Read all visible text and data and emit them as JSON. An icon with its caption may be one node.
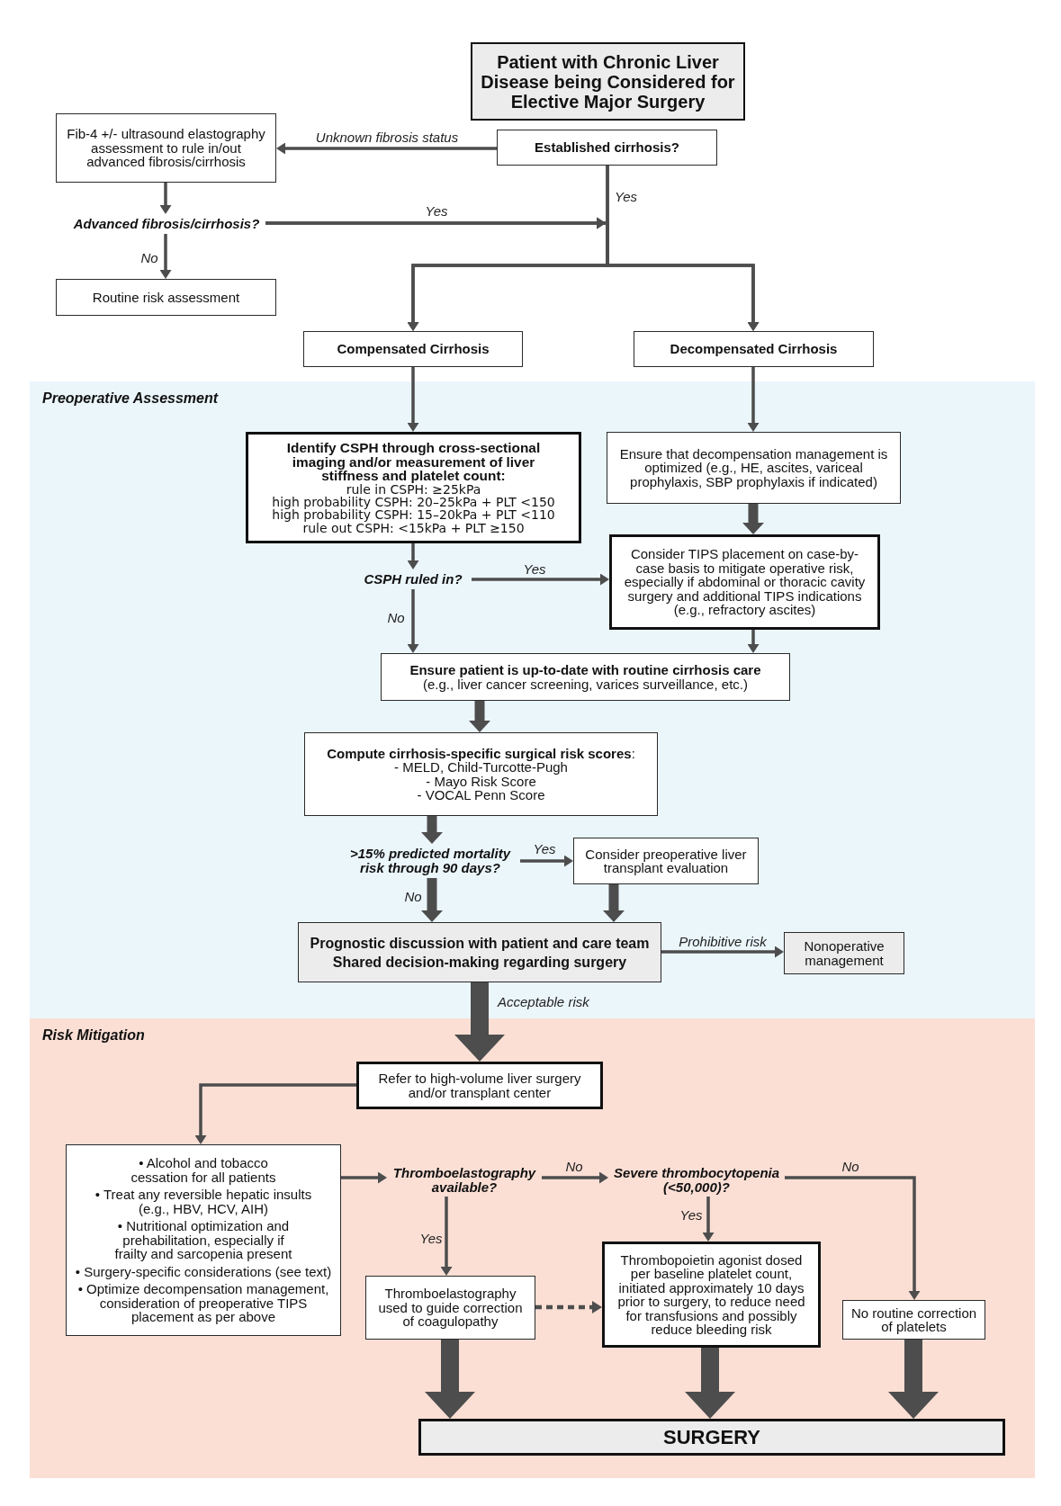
{
  "diagram": {
    "nodes": [
      {
        "text": [
          "Patient with Chronic Liver Disease being Considered for Elective Major Surgery"
        ]
      },
      {
        "text": [
          "Established cirrhosis?"
        ]
      },
      {
        "text": [
          "Fib-4 +/- ultrasound elastography assessment to rule in/out advanced fibrosis/cirrhosis"
        ]
      },
      {
        "text": [
          "Advanced fibrosis/cirrhosis?"
        ]
      },
      {
        "text": [
          "Routine risk assessment"
        ]
      },
      {
        "text": [
          "Compensated Cirrhosis"
        ]
      },
      {
        "text": [
          "Decompensated Cirrhosis"
        ]
      },
      {
        "text": [
          "Preoperative Assessment"
        ]
      },
      {
        "text": [
          "Identify CSPH through cross-sectional imaging and/or measurement of liver stiffness and platelet count:",
          "rule in CSPH: ≥25kPa",
          "high probability CSPH: 20–25kPa + PLT <150",
          "high probability CSPH: 15–20kPa + PLT <110",
          "rule out CSPH: <15kPa + PLT ≥150"
        ],
        "in": 7
      },
      {
        "text": [
          "Ensure that decompensation management is optimized (e.g., HE, ascites, variceal prophylaxis, SBP prophylaxis if indicated)"
        ],
        "in": 7
      },
      {
        "text": [
          "CSPH ruled in?"
        ],
        "in": 7
      },
      {
        "text": [
          "Consider TIPS placement on case-by-case basis to mitigate operative risk, especially if abdominal or thoracic cavity surgery and additional TIPS indications (e.g., refractory ascites)"
        ],
        "in": 7
      },
      {
        "text": [
          "Ensure patient is up-to-date with routine cirrhosis care",
          "(e.g., liver cancer screening, varices surveillance, etc.)"
        ],
        "in": 7
      },
      {
        "text": [
          "**Compute cirrhosis-specific surgical risk scores**:",
          "- MELD, Child-Turcotte-Pugh",
          "- Mayo Risk Score",
          "- VOCAL Penn Score"
        ],
        "in": 7
      },
      {
        "text": [
          ">15% predicted mortality risk through 90 days?"
        ],
        "in": 7
      },
      {
        "text": [
          "Consider preoperative liver transplant evaluation"
        ],
        "in": 7
      },
      {
        "text": [
          "Prognostic discussion with patient and care team",
          "Shared decision-making regarding surgery"
        ],
        "in": 7
      },
      {
        "text": [
          "Nonoperative management"
        ],
        "in": 7
      },
      {
        "text": [
          "Risk Mitigation"
        ]
      },
      {
        "text": [
          "Refer to high-volume liver surgery and/or transplant center"
        ],
        "in": 18
      },
      {
        "text": [
          "• Alcohol and tobacco cessation for all patients",
          "• Treat any reversible hepatic insults (e.g., HBV, HCV, AIH)",
          "• Nutritional optimization and prehabilitation, especially if frailty and sarcopenia present",
          "• Surgery-specific considerations (see text)",
          "• Optimize decompensation management, consideration of preoperative TIPS placement as per above"
        ],
        "in": 18
      },
      {
        "text": [
          "Thromboelastography available?"
        ],
        "in": 18
      },
      {
        "text": [
          "Severe thrombocytopenia (<50,000)?"
        ],
        "in": 18
      },
      {
        "text": [
          "Thromboelastography used to guide correction of coagulopathy"
        ],
        "in": 18
      },
      {
        "text": [
          "Thrombopoietin agonist dosed per baseline platelet count, initiated approximately 10 days prior to surgery, to reduce need for transfusions and possibly reduce bleeding risk"
        ],
        "in": 18
      },
      {
        "text": [
          "No routine correction of platelets"
        ],
        "in": 18
      },
      {
        "text": [
          "SURGERY"
        ],
        "in": 18
      }
    ],
    "edges": [
      {
        "from": 1,
        "to": 2,
        "arrow": "to",
        "label": "Unknown fibrosis status"
      },
      {
        "from": 2,
        "to": 3,
        "arrow": "to"
      },
      {
        "from": 3,
        "to": 4,
        "arrow": "to",
        "label": "No"
      },
      {
        "from": 3,
        "to": 5,
        "arrow": "to",
        "label": "Yes"
      },
      {
        "from": 3,
        "to": 6,
        "arrow": "to"
      },
      {
        "from": 1,
        "to": 5,
        "arrow": "to",
        "label": "Yes"
      },
      {
        "from": 1,
        "to": 6,
        "arrow": "to"
      },
      {
        "from": 5,
        "to": 8,
        "arrow": "to"
      },
      {
        "from": 6,
        "to": 9,
        "arrow": "to"
      },
      {
        "from": 8,
        "to": 10,
        "arrow": "to"
      },
      {
        "from": 10,
        "to": 11,
        "arrow": "to",
        "label": "Yes"
      },
      {
        "from": 10,
        "to": 12,
        "arrow": "to",
        "label": "No"
      },
      {
        "from": 9,
        "to": 11,
        "arrow": "to",
        "style": "thick"
      },
      {
        "from": 11,
        "to": 12,
        "arrow": "to"
      },
      {
        "from": 12,
        "to": 13,
        "arrow": "to",
        "style": "thick"
      },
      {
        "from": 13,
        "to": 14,
        "arrow": "to",
        "style": "thick"
      },
      {
        "from": 14,
        "to": 15,
        "arrow": "to",
        "label": "Yes"
      },
      {
        "from": 14,
        "to": 16,
        "arrow": "to",
        "label": "No",
        "style": "thick"
      },
      {
        "from": 15,
        "to": 16,
        "arrow": "to",
        "style": "thick"
      },
      {
        "from": 16,
        "to": 17,
        "arrow": "to",
        "label": "Prohibitive risk"
      },
      {
        "from": 16,
        "to": 19,
        "arrow": "to",
        "label": "Acceptable risk",
        "style": "thick"
      },
      {
        "from": 19,
        "to": 20,
        "arrow": "to"
      },
      {
        "from": 20,
        "to": 21,
        "arrow": "to"
      },
      {
        "from": 21,
        "to": 22,
        "arrow": "to",
        "label": "No"
      },
      {
        "from": 22,
        "to": 25,
        "arrow": "to",
        "label": "No"
      },
      {
        "from": 21,
        "to": 23,
        "arrow": "to",
        "label": "Yes"
      },
      {
        "from": 22,
        "to": 24,
        "arrow": "to",
        "label": "Yes"
      },
      {
        "from": 23,
        "to": 24,
        "arrow": "to",
        "style": "dashed"
      },
      {
        "from": 23,
        "to": 26,
        "arrow": "to",
        "style": "thick"
      },
      {
        "from": 24,
        "to": 26,
        "arrow": "to",
        "style": "thick"
      },
      {
        "from": 25,
        "to": 26,
        "arrow": "to",
        "style": "thick"
      }
    ]
  }
}
